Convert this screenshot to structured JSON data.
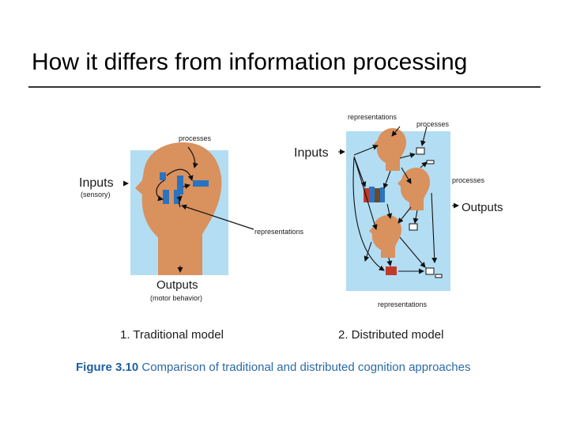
{
  "slide": {
    "title": "How it differs from information processing"
  },
  "traditional": {
    "inputs": "Inputs",
    "inputs_sub": "(sensory)",
    "processes": "processes",
    "representations": "representations",
    "outputs": "Outputs",
    "outputs_sub": "(motor behavior)",
    "model_label": "1. Traditional model"
  },
  "distributed": {
    "representations_top": "representations",
    "processes_top": "processes",
    "inputs": "Inputs",
    "processes_right": "processes",
    "outputs": "Outputs",
    "representations_bottom": "representations",
    "model_label": "2. Distributed model"
  },
  "caption": {
    "figure_number": "Figure 3.10",
    "text": "Comparison of traditional and distributed cognition approaches"
  },
  "colors": {
    "panel_bg": "#b3ddf2",
    "head": "#d9915e",
    "block": "#2a73c0",
    "arrow": "#111111",
    "caption": "#2a6aa8"
  }
}
